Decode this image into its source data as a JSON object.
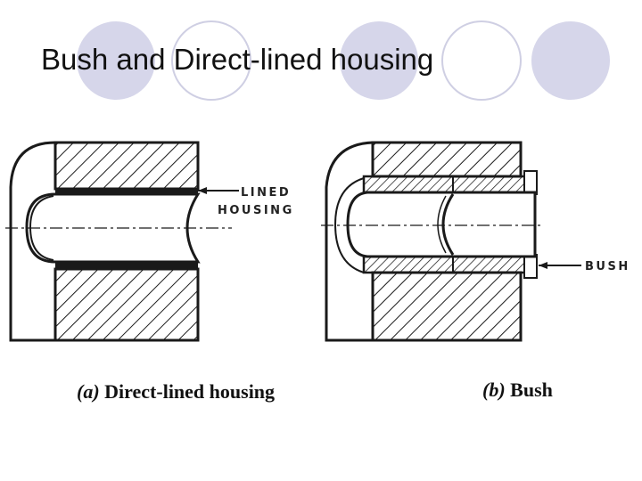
{
  "slide": {
    "title": "Bush and Direct-lined housing"
  },
  "diagram": {
    "callouts": {
      "lined_line1": "LINED",
      "lined_line2": "HOUSING",
      "bush": "BUSH"
    },
    "captions": {
      "a_tag": "(a)",
      "a_text": "Direct-lined housing",
      "b_tag": "(b)",
      "b_text": "Bush"
    }
  },
  "theme": {
    "circle_fill": "#d6d6ea",
    "circle_stroke": "#c8c8e0",
    "line_color": "#1a1a1a"
  }
}
